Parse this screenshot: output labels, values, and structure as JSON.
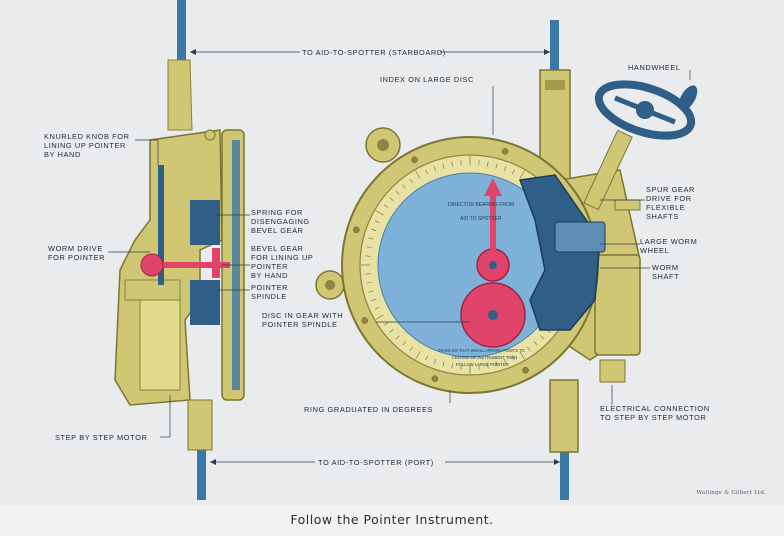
{
  "figure": {
    "caption": "Follow the Pointer Instrument.",
    "credit": "Wallinge & Gilbert Ltd."
  },
  "labels": {
    "to_aid_starboard": "TO AID-TO-SPOTTER (STARBOARD)",
    "to_aid_port": "TO AID-TO-SPOTTER (PORT)",
    "index_on_disc": "INDEX ON LARGE DISC",
    "handwheel": "HANDWHEEL",
    "knurled_knob": [
      "KNURLED KNOB FOR",
      "LINING UP POINTER",
      "BY HAND"
    ],
    "spring": [
      "SPRING FOR",
      "DISENGAGING",
      "BEVEL GEAR"
    ],
    "worm_drive": [
      "WORM DRIVE",
      "FOR POINTER"
    ],
    "bevel_gear": [
      "BEVEL GEAR",
      "FOR LINING UP",
      "POINTER",
      "BY HAND"
    ],
    "pointer_spindle": [
      "POINTER",
      "SPINDLE"
    ],
    "disc_in_gear": [
      "DISC IN GEAR WITH",
      "POINTER SPINDLE"
    ],
    "step_motor": "STEP BY STEP MOTOR",
    "ring_graduated": "RING GRADUATED IN DEGREES",
    "spur_gear": [
      "SPUR GEAR",
      "DRIVE FOR",
      "FLEXIBLE",
      "SHAFTS"
    ],
    "large_worm_wheel": [
      "LARGE WORM",
      "WHEEL"
    ],
    "worm_shaft": [
      "WORM",
      "SHAFT"
    ],
    "electrical_connection": [
      "ELECTRICAL CONNECTION",
      "TO STEP BY STEP MOTOR"
    ]
  },
  "dial_text": {
    "line1": "DIRECTOR BEARING FROM",
    "line2": "AID TO SPOTTER",
    "bottom1": "TRAIN SO THAT SMALL ARROW POINTS TO",
    "bottom2": "CENTRE OF INSTRUMENT THEN",
    "bottom3": "FOLLOW LARGE POINTER"
  },
  "colors": {
    "brass": "#cfc774",
    "brass_dark": "#a29a4c",
    "cable": "#3a78a8",
    "dial_blue": "#7eb2d8",
    "pointer_red": "#e0446a",
    "steel_blue": "#2f5f86",
    "background": "#e9ebed"
  }
}
